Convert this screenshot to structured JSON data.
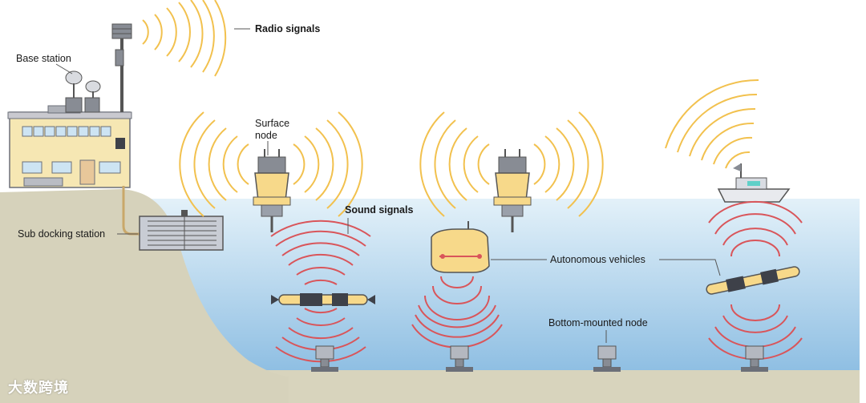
{
  "labels": {
    "radio_signals": "Radio signals",
    "base_station": "Base station",
    "surface_node_line1": "Surface",
    "surface_node_line2": "node",
    "sound_signals": "Sound signals",
    "sub_docking_station": "Sub docking station",
    "autonomous_vehicles": "Autonomous vehicles",
    "bottom_mounted_node": "Bottom-mounted node"
  },
  "watermark": "大数跨境",
  "colors": {
    "radio_wave": "#f2c14e",
    "sound_wave": "#d9555a",
    "sky": "#ffffff",
    "water_top": "#dcedf7",
    "water_bottom": "#8cbfe3",
    "seabed": "#d8d4bd",
    "yellow_device": "#f7d98a",
    "grey_metal": "#6b6f78"
  }
}
